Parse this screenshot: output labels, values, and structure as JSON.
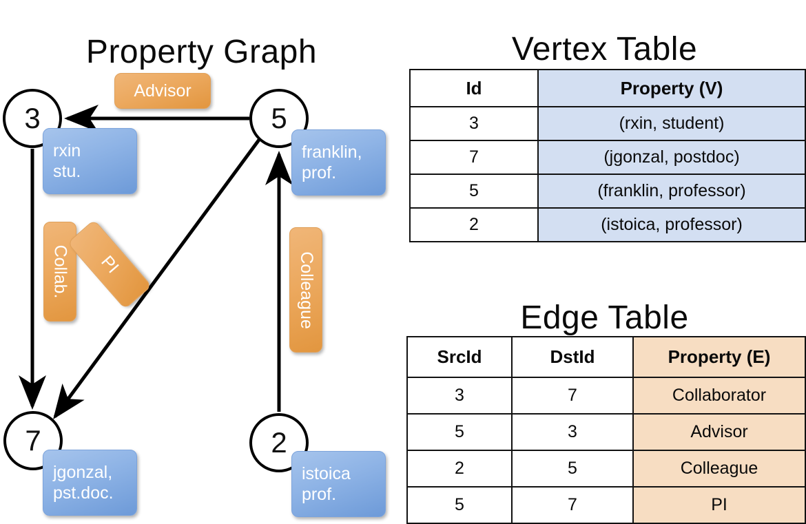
{
  "titles": {
    "property_graph": "Property Graph",
    "vertex_table": "Vertex Table",
    "edge_table": "Edge Table"
  },
  "graph": {
    "nodes": [
      {
        "id": "3",
        "label_line1": "rxin",
        "label_line2": "stu."
      },
      {
        "id": "5",
        "label_line1": "franklin,",
        "label_line2": "prof."
      },
      {
        "id": "7",
        "label_line1": "jgonzal,",
        "label_line2": "pst.doc."
      },
      {
        "id": "2",
        "label_line1": "istoica",
        "label_line2": "prof."
      }
    ],
    "edge_labels": [
      {
        "name": "advisor",
        "text": "Advisor"
      },
      {
        "name": "collab",
        "text": "Collab."
      },
      {
        "name": "pi",
        "text": "PI"
      },
      {
        "name": "colleague",
        "text": "Colleague"
      }
    ]
  },
  "vertex_table": {
    "headers": [
      "Id",
      "Property (V)"
    ],
    "rows": [
      {
        "id": "3",
        "property": "(rxin, student)"
      },
      {
        "id": "7",
        "property": "(jgonzal, postdoc)"
      },
      {
        "id": "5",
        "property": "(franklin, professor)"
      },
      {
        "id": "2",
        "property": "(istoica, professor)"
      }
    ]
  },
  "edge_table": {
    "headers": [
      "SrcId",
      "DstId",
      "Property (E)"
    ],
    "rows": [
      {
        "src": "3",
        "dst": "7",
        "property": "Collaborator"
      },
      {
        "src": "5",
        "dst": "3",
        "property": "Advisor"
      },
      {
        "src": "2",
        "dst": "5",
        "property": "Colleague"
      },
      {
        "src": "5",
        "dst": "7",
        "property": "PI"
      }
    ]
  },
  "colors": {
    "vertex_property_fill": "#d3dff2",
    "edge_property_fill": "#f7ddc2",
    "vertex_box_fill": "#8fb4e6",
    "edge_box_fill": "#eca95f",
    "stroke": "#000000"
  }
}
